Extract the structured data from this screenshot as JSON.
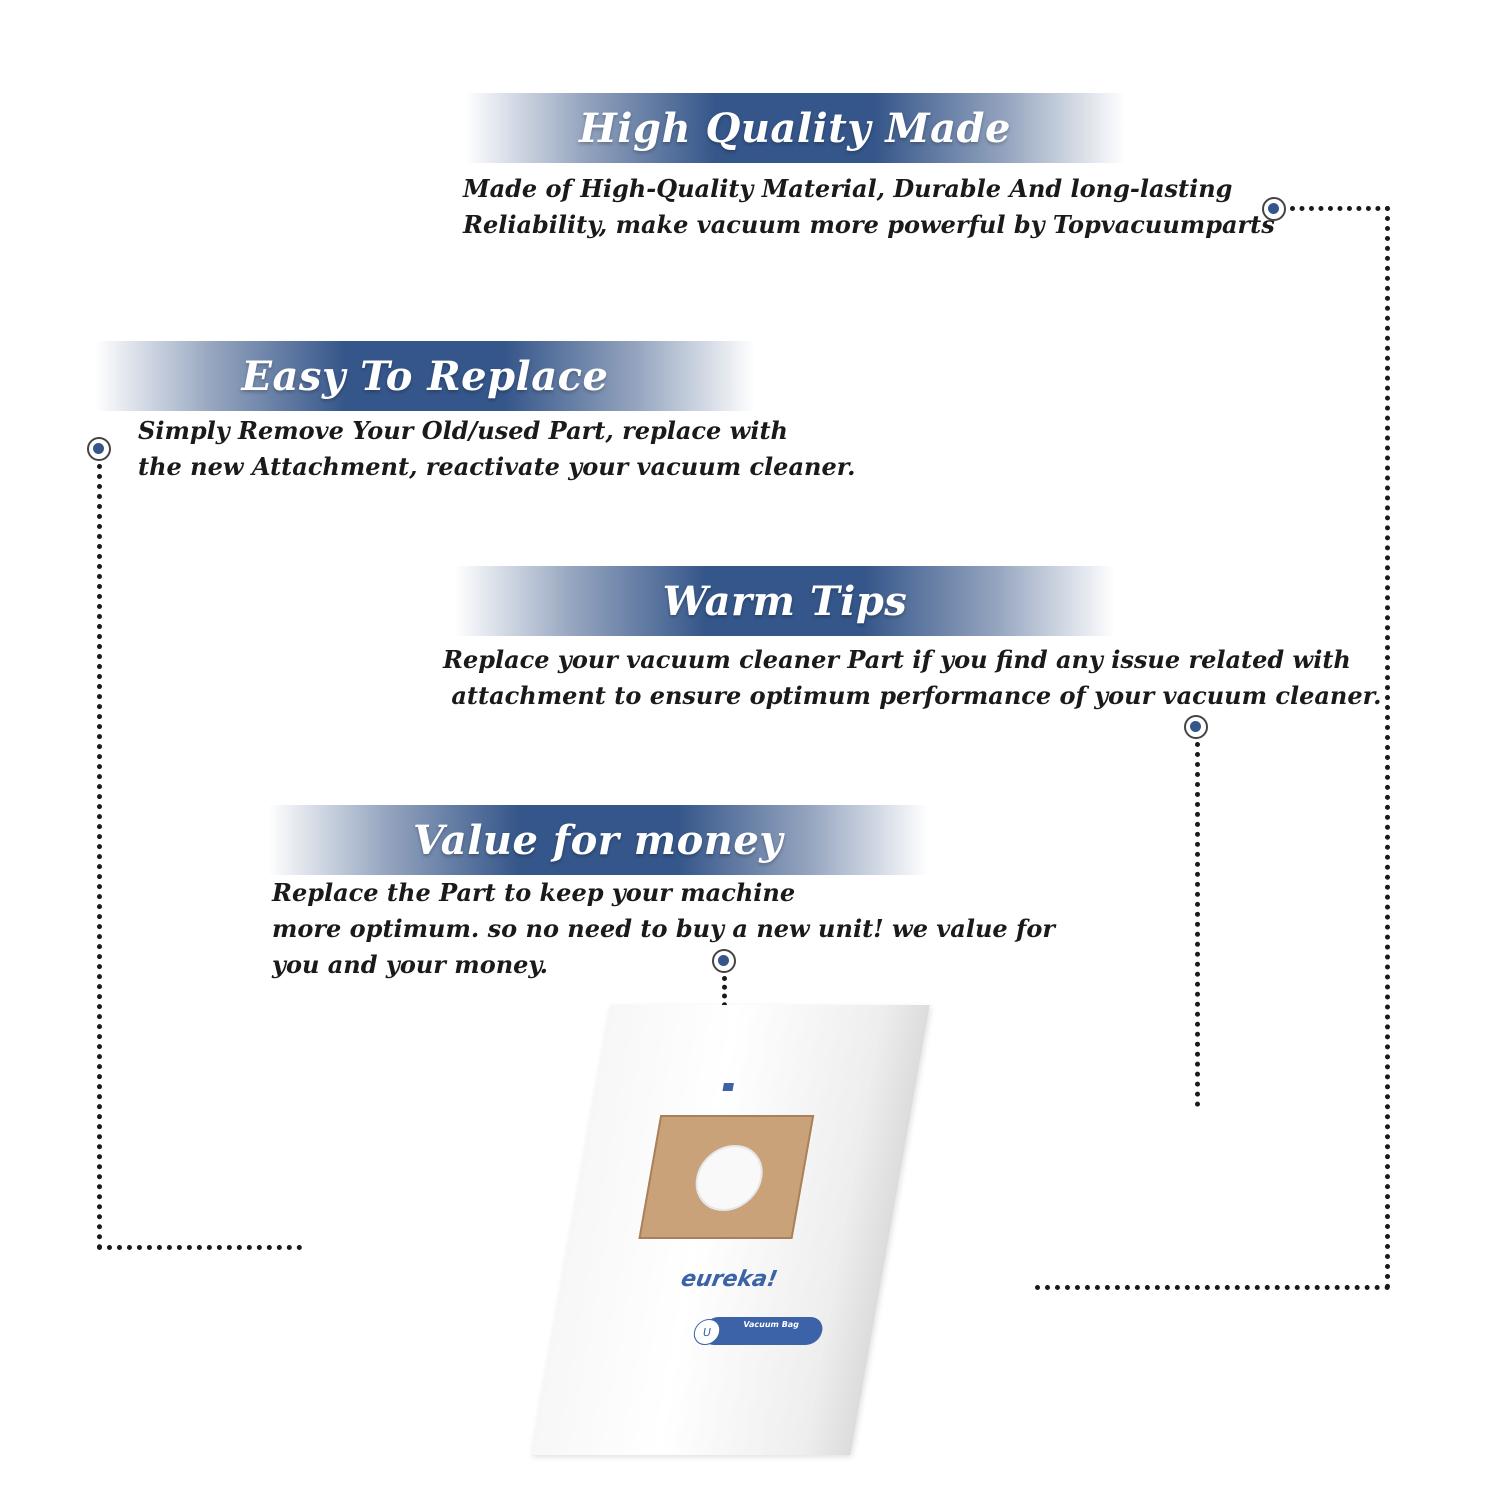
{
  "colors": {
    "banner": "#35568a",
    "text": "#1a1a1a",
    "brand": "#3c63a8"
  },
  "sections": [
    {
      "title": "High Quality Made",
      "lines": [
        "Made of  High-Quality Material, Durable And long-lasting",
        "Reliability, make vacuum more powerful by Topvacuumparts"
      ]
    },
    {
      "title": "Easy To Replace",
      "lines": [
        "Simply Remove Your Old/used Part, replace with",
        "the new Attachment, reactivate your vacuum cleaner."
      ]
    },
    {
      "title": "Warm Tips",
      "lines": [
        "Replace your vacuum cleaner Part if you find any issue related with",
        " attachment to ensure optimum performance of your vacuum cleaner."
      ]
    },
    {
      "title": "Value for money",
      "lines": [
        "Replace the Part to keep your machine",
        "more optimum. so no need to buy a new unit! we value for",
        "you and your money."
      ]
    }
  ],
  "product": {
    "brand": "eureka!",
    "label_type": "U",
    "label_text": "Vacuum Bag",
    "icons": [
      "home-icon"
    ]
  }
}
